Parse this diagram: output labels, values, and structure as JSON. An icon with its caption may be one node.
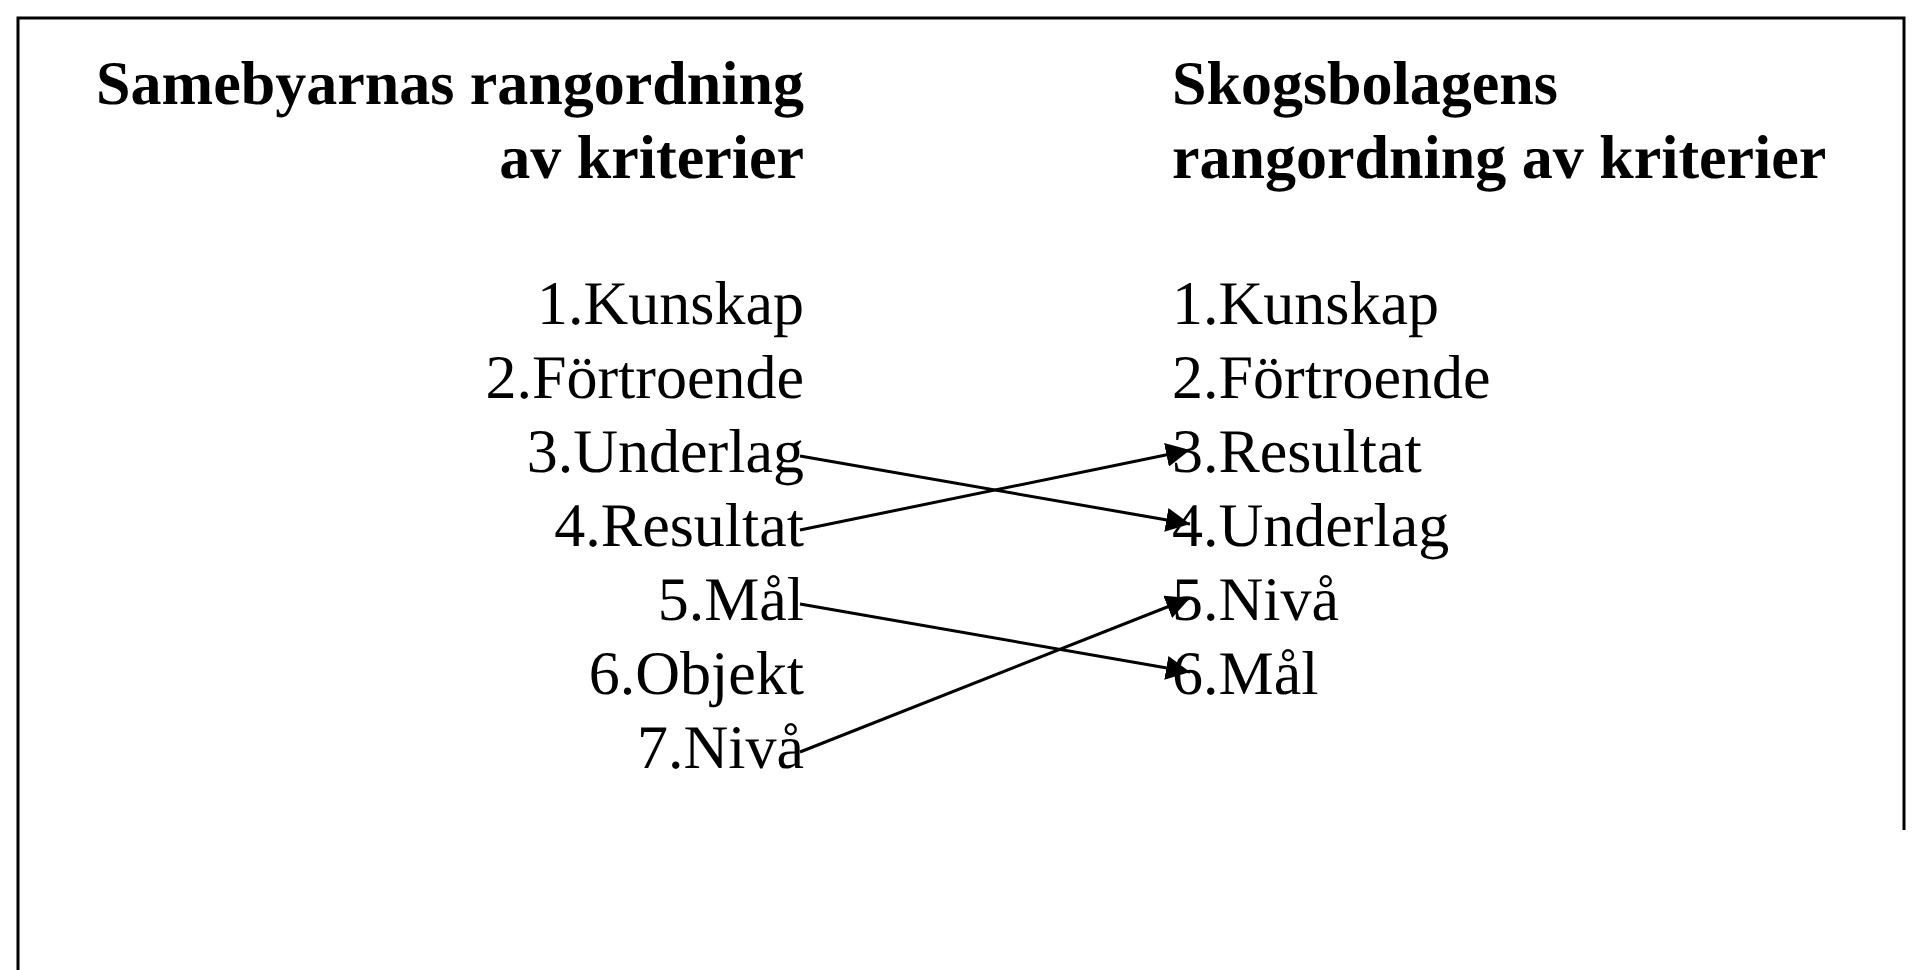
{
  "diagram": {
    "nodes": [
      {
        "text": [
          "1.Kunskap"
        ]
      },
      {
        "text": [
          "2.Förtroende"
        ]
      },
      {
        "text": [
          "3.Underlag"
        ]
      },
      {
        "text": [
          "4.Resultat"
        ]
      },
      {
        "text": [
          "5.Mål"
        ]
      },
      {
        "text": [
          "6.Objekt"
        ]
      },
      {
        "text": [
          "7.Nivå"
        ]
      },
      {
        "text": [
          "1.Kunskap"
        ]
      },
      {
        "text": [
          "2.Förtroende"
        ]
      },
      {
        "text": [
          "3.Resultat"
        ]
      },
      {
        "text": [
          "4.Underlag"
        ]
      },
      {
        "text": [
          "5.Nivå"
        ]
      },
      {
        "text": [
          "6.Mål"
        ]
      }
    ],
    "edges": [
      {
        "from": 2,
        "to": 10,
        "arrow": "to"
      },
      {
        "from": 3,
        "to": 9,
        "arrow": "to"
      },
      {
        "from": 4,
        "to": 12,
        "arrow": "to"
      },
      {
        "from": 6,
        "to": 11,
        "arrow": "to"
      }
    ],
    "labels": [
      "Samebyarnas rangordning av kriterier",
      "Skogsbolagens rangordning av kriterier"
    ]
  }
}
